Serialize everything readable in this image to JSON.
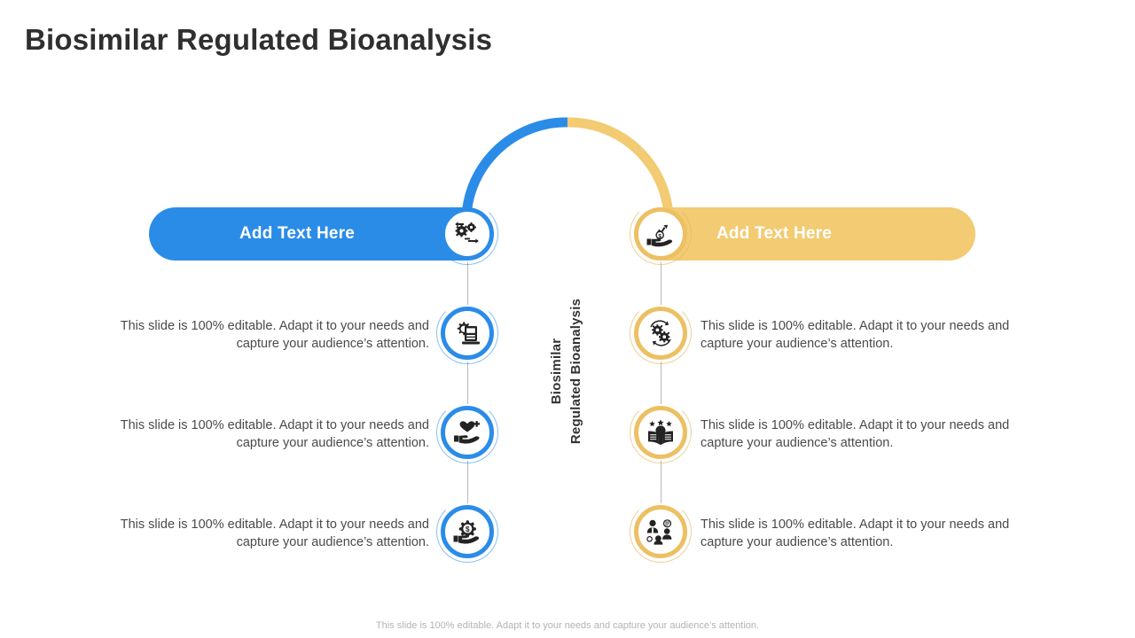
{
  "slide": {
    "title": "Biosimilar Regulated Bioanalysis",
    "center_label_line1": "Biosimilar",
    "center_label_line2": "Regulated Bioanalysis",
    "footer": "This slide is 100% editable. Adapt it to your needs and capture your audience’s attention.",
    "colors": {
      "blue": "#2b8ce8",
      "amber": "#f2cb72",
      "amber_ring": "#ecc063",
      "title": "#2f2f2f",
      "body": "#4a4a4a",
      "footer": "#b3b3b3",
      "connector": "#b9b9b9"
    }
  },
  "left_branch": {
    "header_label": "Add Text Here",
    "header_icon": "gears-exchange-icon",
    "items": [
      {
        "icon": "gear-document-icon",
        "text": "This slide is 100% editable. Adapt it to your needs and capture your audience’s attention."
      },
      {
        "icon": "hand-heart-medical-icon",
        "text": "This slide is 100% editable. Adapt it to your needs and capture your audience’s attention."
      },
      {
        "icon": "hand-gear-dollar-icon",
        "text": "This slide is 100% editable. Adapt it to your needs and capture your audience’s attention."
      }
    ]
  },
  "right_branch": {
    "header_label": "Add Text Here",
    "header_icon": "hand-money-growth-icon",
    "items": [
      {
        "icon": "gears-rotation-icon",
        "text": "This slide is 100% editable. Adapt it to your needs and capture your audience’s attention."
      },
      {
        "icon": "book-lightbulb-stars-icon",
        "text": "This slide is 100% editable. Adapt it to your needs and capture your audience’s attention."
      },
      {
        "icon": "team-communication-icon",
        "text": "This slide is 100% editable. Adapt it to your needs and capture your audience’s attention."
      }
    ]
  }
}
